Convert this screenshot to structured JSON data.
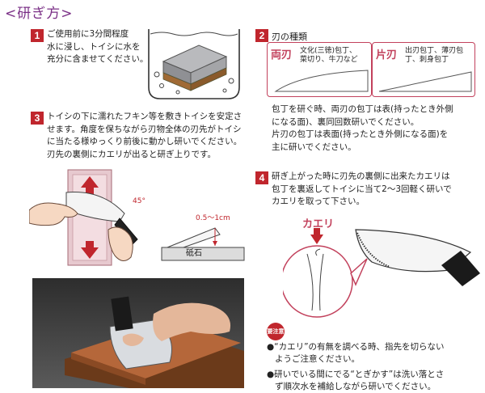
{
  "title": "<研ぎ方>",
  "steps": {
    "s1": {
      "num": "1",
      "line1": "ご使用前に3分間程度",
      "line2": "水に浸し、トイシに水を",
      "line3": "充分に含ませてください。"
    },
    "s2": {
      "num": "2",
      "heading": "刃の種類",
      "double_label": "両刃",
      "double_desc1": "文化(三徳)包丁、",
      "double_desc2": "菜切り、牛刀など",
      "single_label": "片刃",
      "single_desc1": "出刃包丁、薄刃包",
      "single_desc2": "丁、刺身包丁",
      "body1": "包丁を研ぐ時、両刃の包丁は表(持ったとき外側",
      "body2": "になる面)、裏同回数研いでください。",
      "body3": "片刃の包丁は表面(持ったとき外側になる面)を",
      "body4": "主に研いでください。"
    },
    "s3": {
      "num": "3",
      "line1": "トイシの下に濡れたフキン等を敷きトイシを安定さ",
      "line2": "せます。角度を保ちながら刃物全体の刃先がトイシ",
      "line3": "に当たる様ゆっくり前後に動かし研いでください。",
      "line4": "刃先の裏側にカエリが出ると研ぎ上りです。",
      "angle": "45°",
      "gap": "0.5～1cm",
      "stone_label": "砥石"
    },
    "s4": {
      "num": "4",
      "line1": "研ぎ上がった時に刃先の裏側に出来たカエリは",
      "line2": "包丁を裏返してトイシに当て2～3回軽く研いで",
      "line3": "カエリを取って下さい。",
      "kaeri_label": "カエリ"
    }
  },
  "notes": {
    "badge": "要注意",
    "n1a": "●“カエリ”の有無を調べる時、指先を切らない",
    "n1b": "ようご注意ください。",
    "n2a": "●研いでいる間にでる“とぎかす”は洗い落とさ",
    "n2b": "ず順次水を補給しながら研いでください。"
  },
  "colors": {
    "accent_purple": "#7a2f86",
    "number_red": "#c0262d",
    "panel_pink": "#c2415c",
    "stone_grey": "#8f9094",
    "wood_brown": "#8a5a2b"
  }
}
